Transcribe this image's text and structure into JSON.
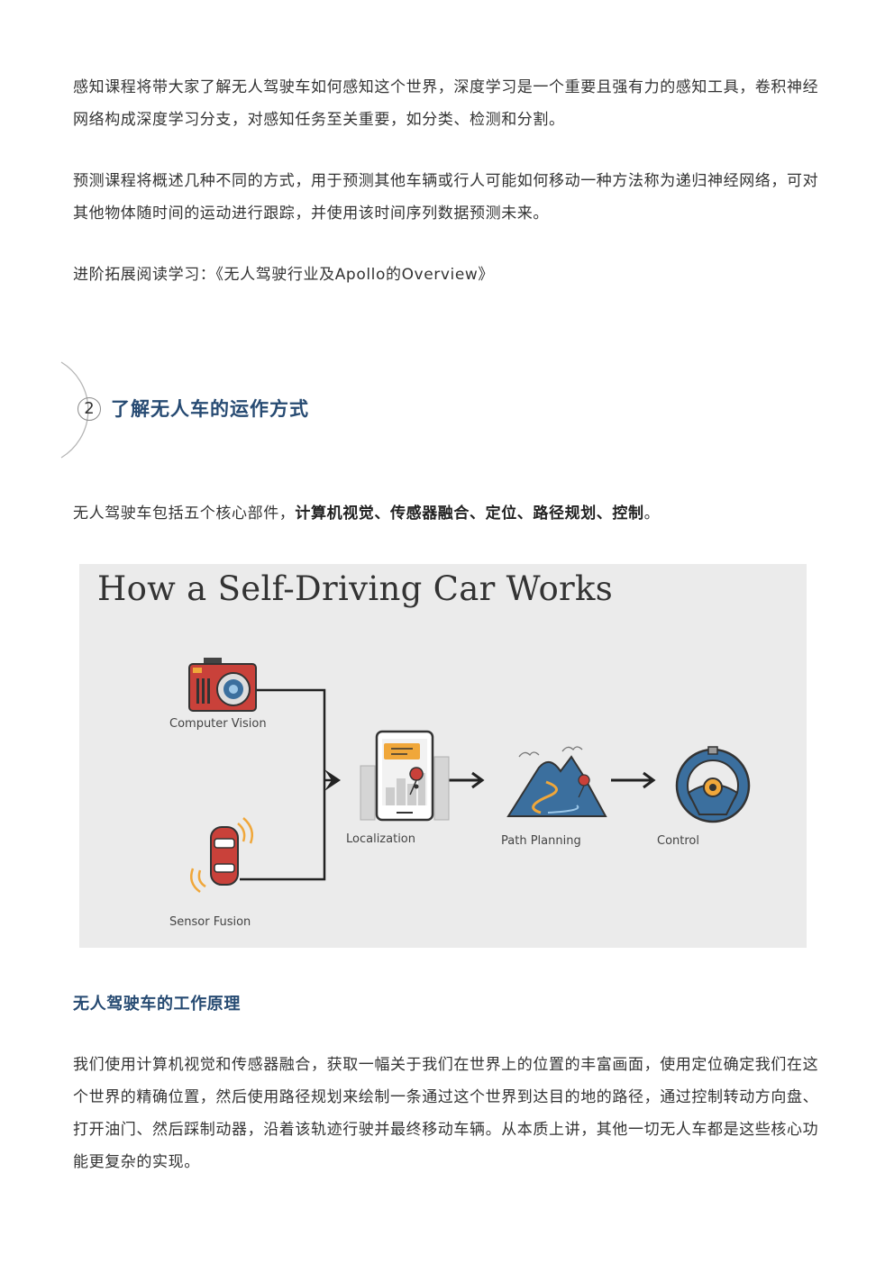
{
  "paragraphs": {
    "perception": "感知课程将带大家了解无人驾驶车如何感知这个世界，深度学习是一个重要且强有力的感知工具，卷积神经网络构成深度学习分支，对感知任务至关重要，如分类、检测和分割。",
    "prediction": "预测课程将概述几种不同的方式，用于预测其他车辆或行人可能如何移动一种方法称为递归神经网络，可对其他物体随时间的运动进行跟踪，并使用该时间序列数据预测未来。",
    "further_reading_prefix": "进阶拓展阅读学习：",
    "further_reading_link": "《无人驾驶行业及Apollo的Overview》"
  },
  "section": {
    "number": "2",
    "title": "了解无人车的运作方式"
  },
  "components": {
    "intro": "无人驾驶车包括五个核心部件，",
    "bold_list": "计算机视觉、传感器融合、定位、路径规划、控制",
    "end": "。"
  },
  "figure": {
    "title": "How a Self-Driving Car Works",
    "labels": {
      "computer_vision": "Computer Vision",
      "sensor_fusion": "Sensor Fusion",
      "localization": "Localization",
      "path_planning": "Path Planning",
      "control": "Control"
    },
    "colors": {
      "red": "#c9413a",
      "blue": "#3b6f9e",
      "orange": "#f0a73a",
      "line": "#222222",
      "background": "#ebebeb"
    }
  },
  "subsection": {
    "title": "无人驾驶车的工作原理"
  },
  "principle": {
    "text": "我们使用计算机视觉和传感器融合，获取一幅关于我们在世界上的位置的丰富画面，使用定位确定我们在这个世界的精确位置，然后使用路径规划来绘制一条通过这个世界到达目的地的路径，通过控制转动方向盘、打开油门、然后踩制动器，沿着该轨迹行驶并最终移动车辆。从本质上讲，其他一切无人车都是这些核心功能更复杂的实现。"
  }
}
